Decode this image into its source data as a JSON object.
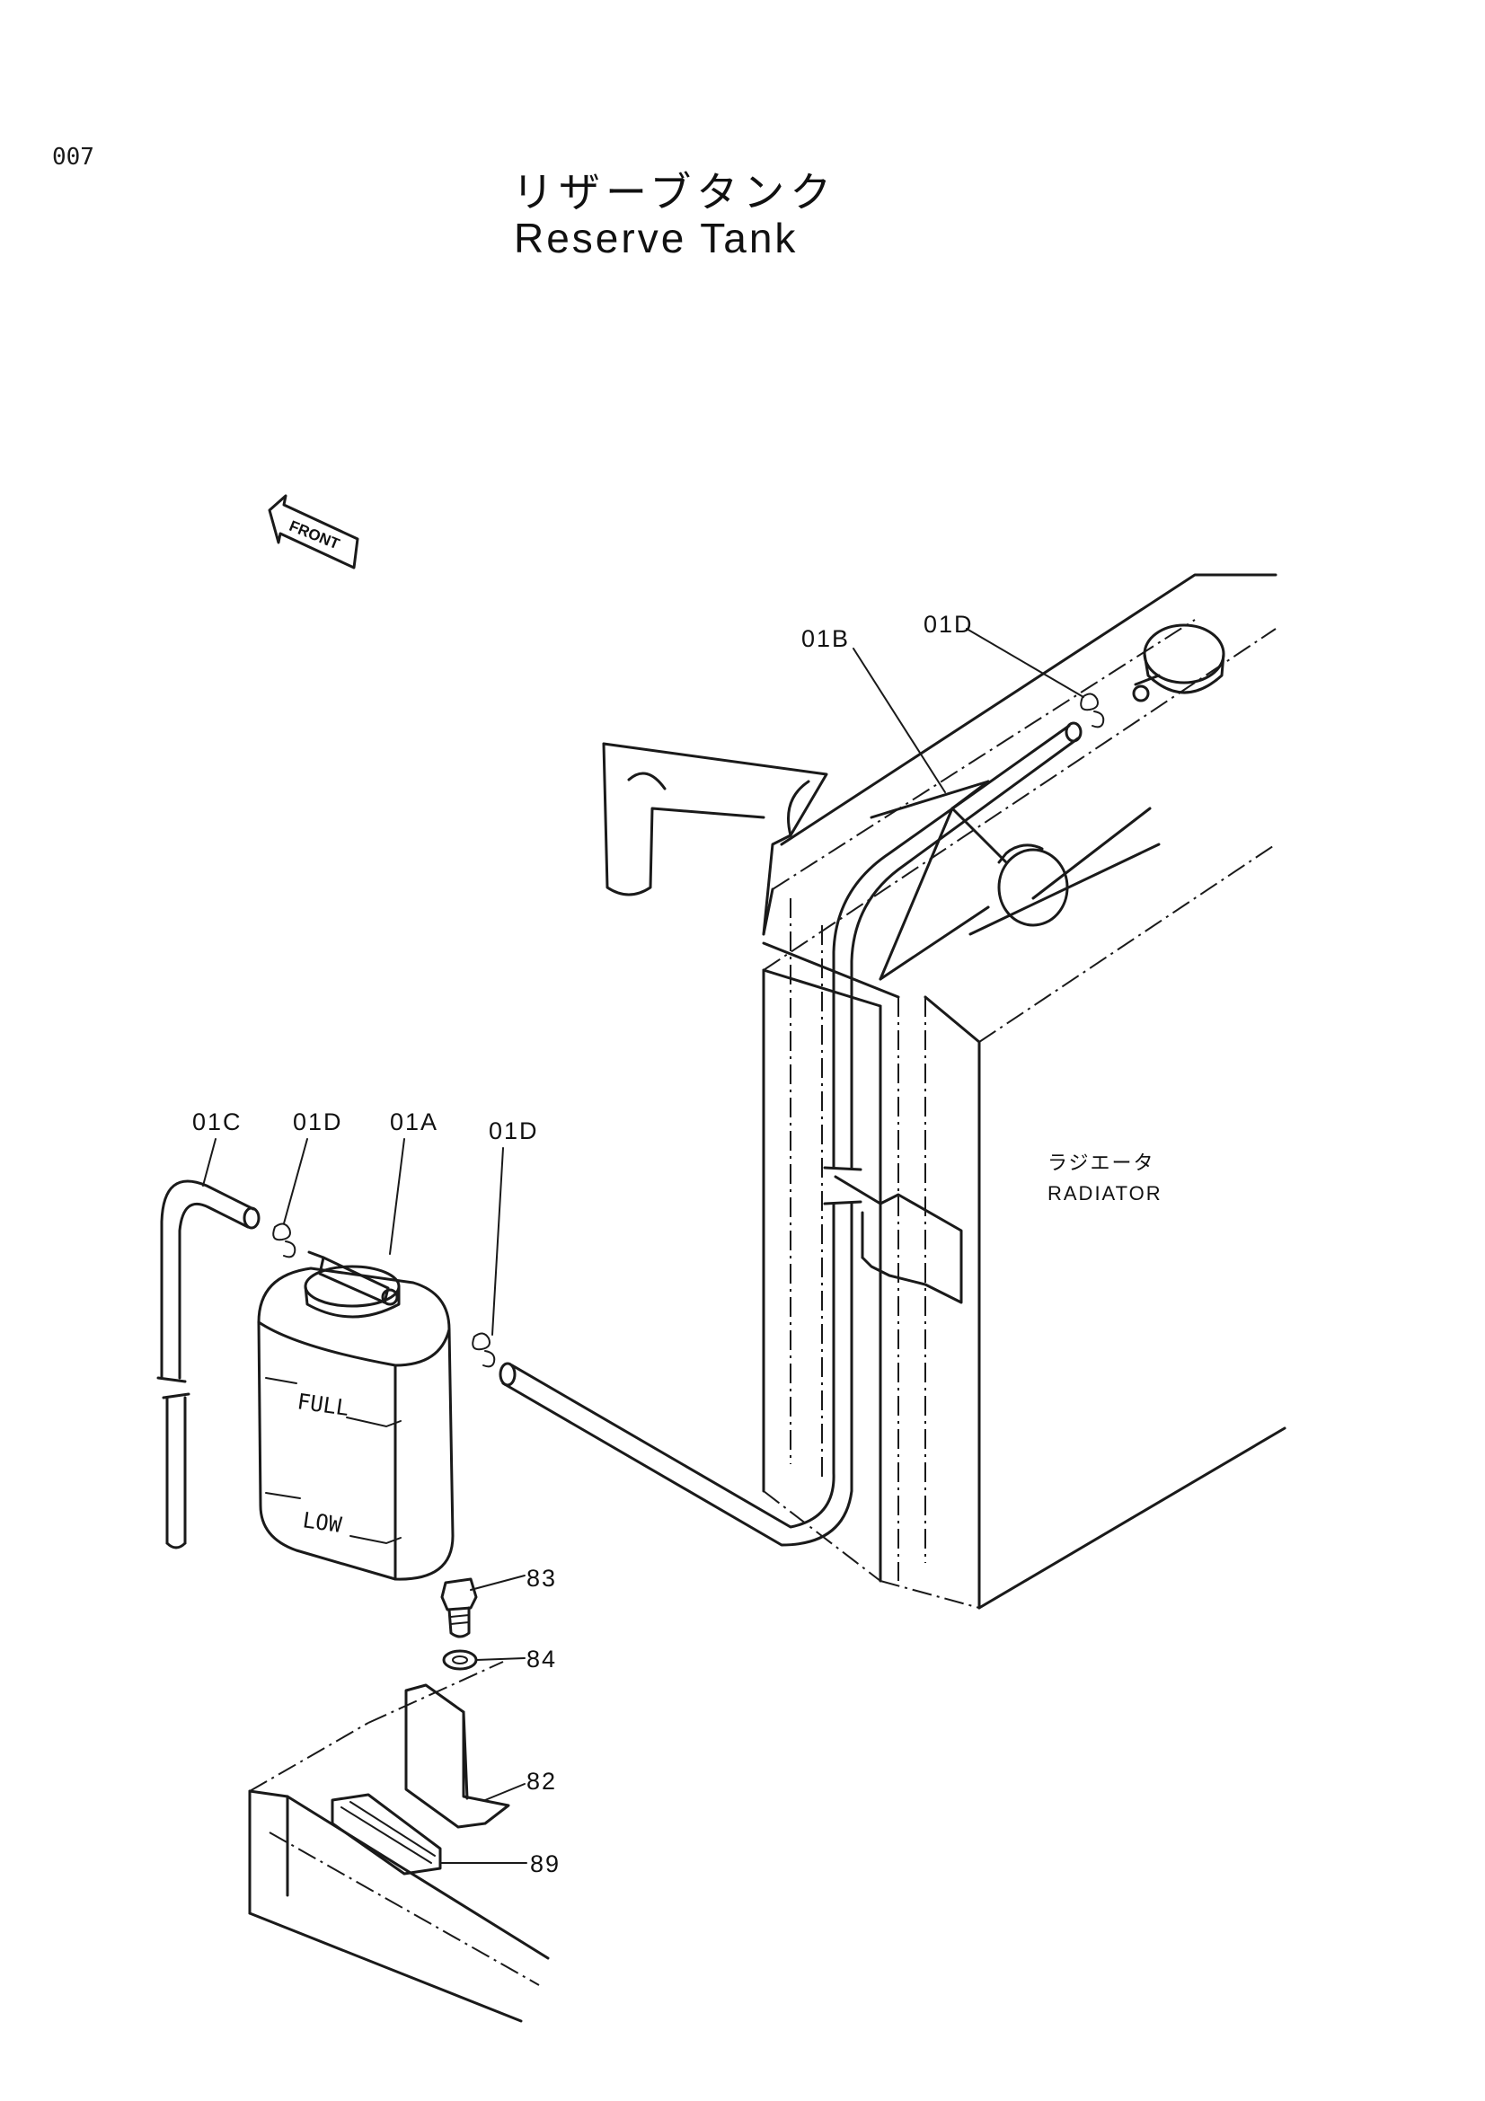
{
  "page": {
    "number": "007"
  },
  "title": {
    "jp": "リザーブタンク",
    "en": "Reserve Tank"
  },
  "direction": {
    "front": "FRONT"
  },
  "radiator": {
    "jp": "ラジエータ",
    "en": "RADIATOR"
  },
  "tank_marks": {
    "full": "FULL",
    "low": "LOW"
  },
  "callouts": {
    "c01b": "01B",
    "c01d_top": "01D",
    "c01c": "01C",
    "c01d_left": "01D",
    "c01a": "01A",
    "c01d_right": "01D",
    "c83": "83",
    "c84": "84",
    "c82": "82",
    "c89": "89"
  }
}
